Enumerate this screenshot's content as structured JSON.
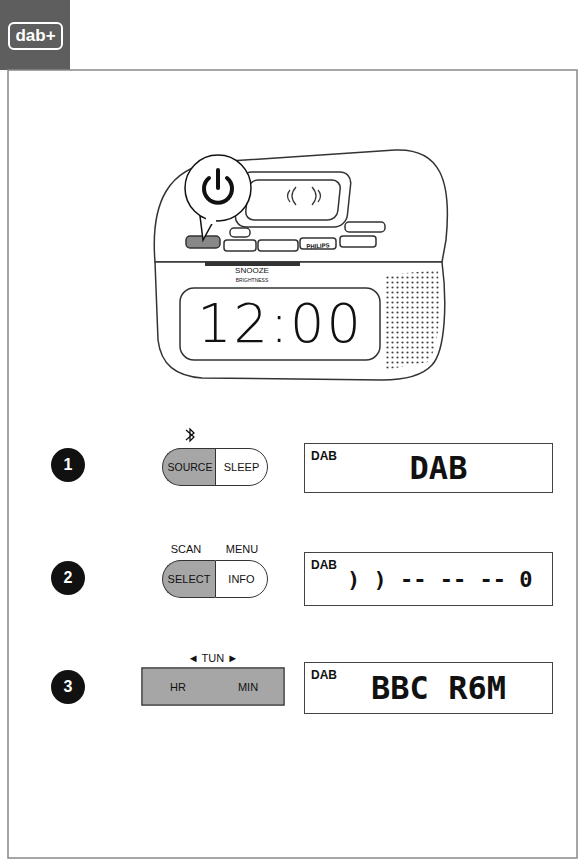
{
  "diagram": {
    "nodes": [
      {
        "text": [
          "dab+"
        ]
      },
      {
        "text": [
          "1"
        ]
      },
      {
        "text": [
          "SOURCE"
        ]
      },
      {
        "text": [
          "SLEEP"
        ]
      },
      {
        "text": [
          "DAB",
          "DAB"
        ]
      },
      {
        "text": [
          "2"
        ]
      },
      {
        "text": [
          "SELECT"
        ]
      },
      {
        "text": [
          "INFO"
        ]
      },
      {
        "text": [
          "DAB",
          ") ) -- -- -- 0"
        ]
      },
      {
        "text": [
          "3"
        ]
      },
      {
        "text": [
          "HR"
        ]
      },
      {
        "text": [
          "MIN"
        ]
      },
      {
        "text": [
          "DAB",
          "BBC R6M"
        ]
      }
    ],
    "labels": [
      "PHILIPS",
      "SNOOZE",
      "BRIGHTNESS",
      "12:00",
      "SCAN",
      "MENU",
      "◄ TUN ►"
    ]
  }
}
